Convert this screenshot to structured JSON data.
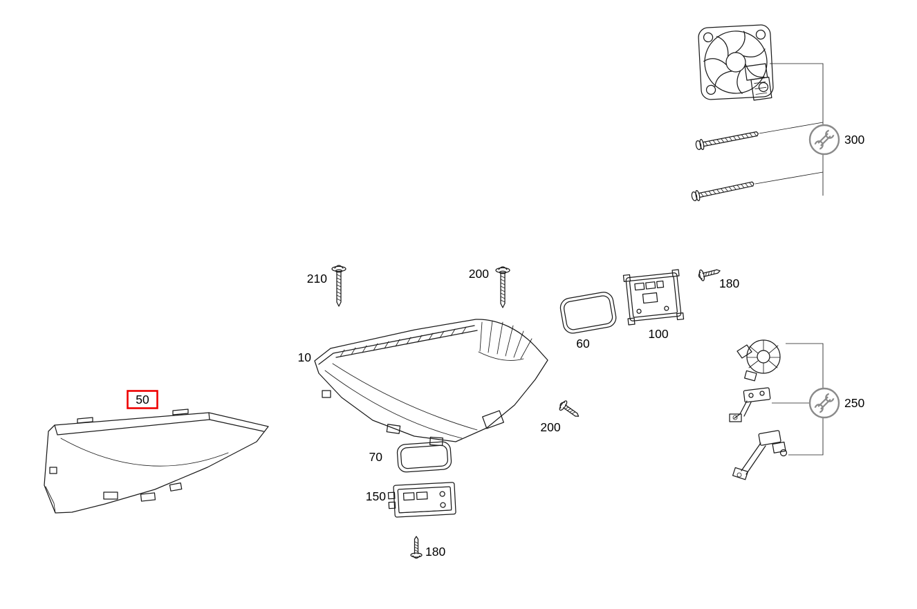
{
  "diagram": {
    "type": "exploded-parts-diagram",
    "subject": "headlamp-assembly",
    "colors": {
      "background": "#ffffff",
      "line": "#1a1a1a",
      "accent_red": "#ee0000",
      "tool_gray": "#8a8a8a",
      "label_text": "#000000"
    },
    "icons": {
      "tool": "wrench-icon"
    },
    "highlighted_callout": "50",
    "callouts": {
      "part10": "10",
      "part50": "50",
      "part60": "60",
      "part70": "70",
      "part100": "100",
      "part150": "150",
      "screw210": "210",
      "screw200_top": "200",
      "screw200_mid": "200",
      "screw180_right": "180",
      "screw180_bottom": "180",
      "kit250": "250",
      "kit300": "300"
    }
  }
}
